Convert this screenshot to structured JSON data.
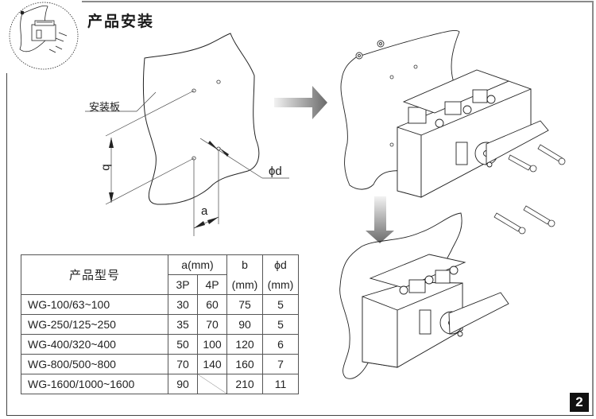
{
  "page": {
    "title": "产品安装",
    "page_number": "2"
  },
  "diagram": {
    "panel_label": "安装板",
    "dim_b": "b",
    "dim_a": "a",
    "dim_phi_d": "ϕd",
    "icons": [
      "thumbnail-install-icon",
      "arrow-right-icon",
      "arrow-down-icon",
      "switch-device-drawing",
      "screw-icon",
      "nut-icon"
    ]
  },
  "table": {
    "header": {
      "model": "产品型号",
      "a": "a(mm)",
      "a_3p": "3P",
      "a_4p": "4P",
      "b": "b",
      "b_unit": "(mm)",
      "d": "ϕd",
      "d_unit": "(mm)"
    },
    "rows": [
      {
        "model": "WG-100/63~100",
        "a3p": "30",
        "a4p": "60",
        "b": "75",
        "d": "5"
      },
      {
        "model": "WG-250/125~250",
        "a3p": "35",
        "a4p": "70",
        "b": "90",
        "d": "5"
      },
      {
        "model": "WG-400/320~400",
        "a3p": "50",
        "a4p": "100",
        "b": "120",
        "d": "6"
      },
      {
        "model": "WG-800/500~800",
        "a3p": "70",
        "a4p": "140",
        "b": "160",
        "d": "7"
      },
      {
        "model": "WG-1600/1000~1600",
        "a3p": "90",
        "a4p": "",
        "b": "210",
        "d": "11"
      }
    ]
  }
}
